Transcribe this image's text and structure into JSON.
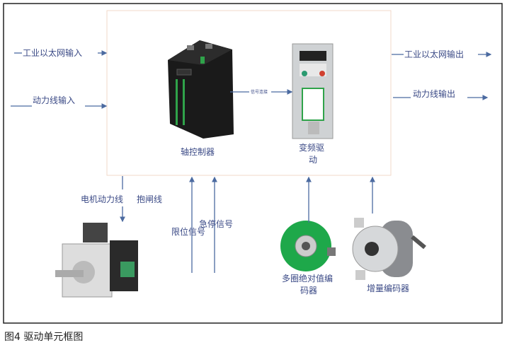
{
  "caption": "图4 驱动单元框图",
  "inputs": {
    "ethernet_in": "工业以太网输入",
    "power_in": "动力线输入"
  },
  "outputs": {
    "ethernet_out": "工业以太网输出",
    "power_out": "动力线输出"
  },
  "devices": {
    "axis_controller": "轴控制器",
    "vfd_line1": "变频驱",
    "vfd_line2": "动",
    "abs_encoder_line1": "多圈绝对值编",
    "abs_encoder_line2": "码器",
    "inc_encoder": "增量编码器"
  },
  "links": {
    "signal": "信号连接",
    "motor_power": "电机动力线",
    "brake": "抱闸线",
    "limit": "限位信号",
    "estop": "急停信号"
  }
}
